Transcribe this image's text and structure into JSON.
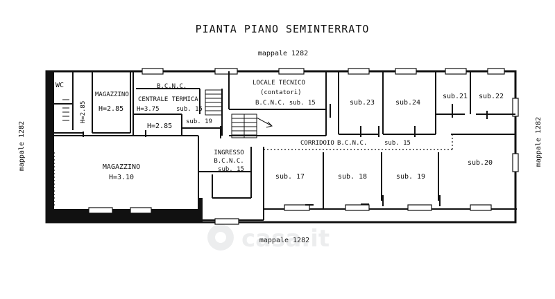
{
  "title": "PIANTA PIANO SEMINTERRATO",
  "boundary": {
    "top": "mappale 1282",
    "bottom": "mappale 1282",
    "left": "mappale 1282",
    "right": "mappale 1282"
  },
  "rooms": {
    "wc": "WC",
    "wc_h": "H=2.85",
    "magazzino_small": "MAGAZZINO",
    "magazzino_small_h": "H=2.85",
    "centrale_bcnc": "B.C.N.C.",
    "centrale_name": "CENTRALE TERMICA",
    "centrale_h": "H=3.75",
    "centrale_sub": "sub. 15",
    "room_h": "H=2.85",
    "sub19_small": "sub. 19",
    "locale_name": "LOCALE TECNICO",
    "locale_sub": "(contatori)",
    "locale_bcnc": "B.C.N.C. sub. 15",
    "magazzino_big": "MAGAZZINO",
    "magazzino_big_h": "H=3.10",
    "ingresso": "INGRESSO",
    "ingresso_bcnc": "B.C.N.C.",
    "ingresso_sub": "sub. 15",
    "corridoio": "CORRIDOIO",
    "corridoio_bcnc": "B.C.N.C.",
    "corridoio_sub": "sub. 15",
    "sub23": "sub.23",
    "sub24": "sub.24",
    "sub21": "sub.21",
    "sub22": "sub.22",
    "sub20": "sub.20",
    "sub17": "sub. 17",
    "sub18": "sub. 18",
    "sub19": "sub. 19"
  },
  "watermark": "casa.it"
}
